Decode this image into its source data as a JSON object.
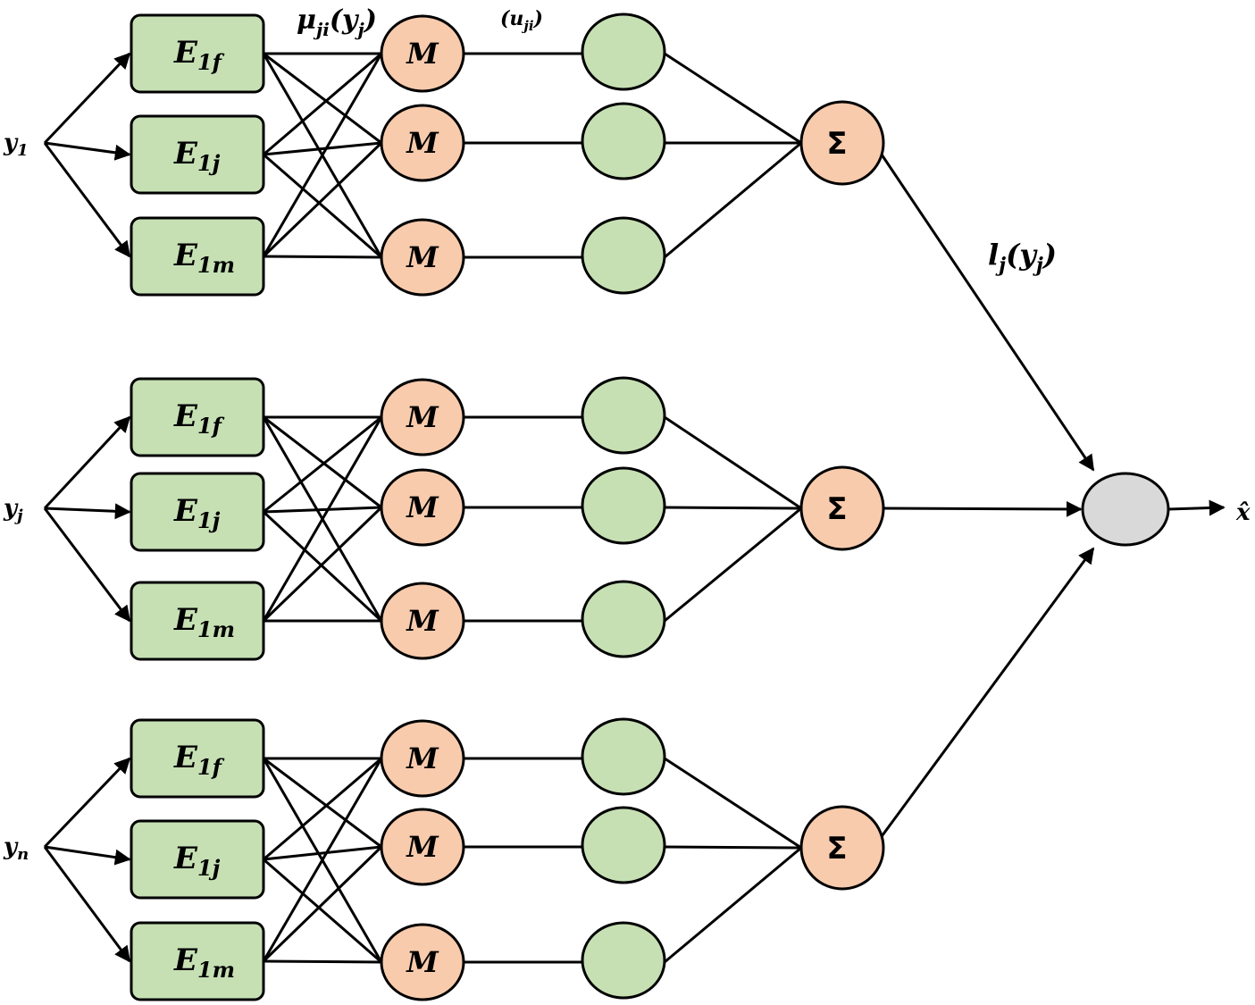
{
  "inputs": [
    {
      "base": "y",
      "sub": "1"
    },
    {
      "base": "y",
      "sub": "j"
    },
    {
      "base": "y",
      "sub": "n"
    }
  ],
  "rule_box": {
    "letter": "E",
    "labels": [
      "1f",
      "1j",
      "1m"
    ]
  },
  "membership_node": "M",
  "sum_node": "Σ",
  "output_label": "x̂",
  "top_label_mu": {
    "base": "μ",
    "sub": "ji",
    "arg": "(y",
    "arg_sub": "j",
    "close": ")"
  },
  "top_label_u": {
    "open": "(u",
    "sub": "ji",
    "close": ")"
  },
  "mid_label": {
    "base": "l",
    "sub": "j",
    "arg": "(y",
    "arg_sub": "j",
    "close": ")"
  },
  "colors": {
    "rule_box": "#c6e0b4",
    "membership_node": "#f8cbad",
    "hidden_node": "#c6e0b4",
    "sum_node": "#f8cbad",
    "output_node": "#d9d9d9"
  }
}
